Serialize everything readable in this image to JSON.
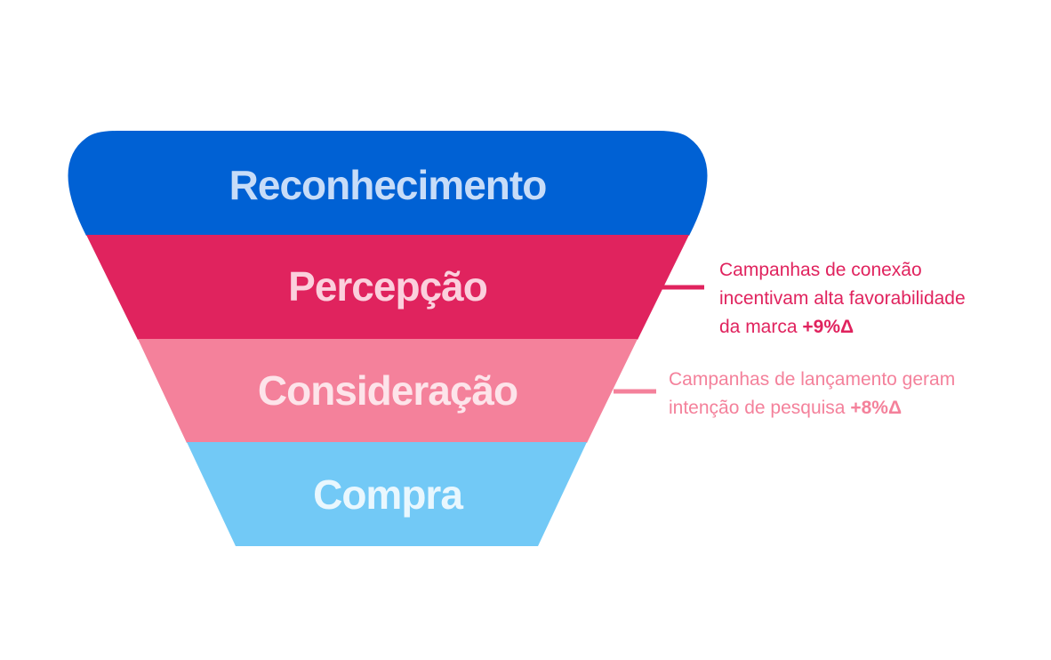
{
  "funnel": {
    "stages": [
      {
        "label": "Reconhecimento",
        "color": "#0061d4",
        "text_color": "#c7dcf8"
      },
      {
        "label": "Percepção",
        "color": "#e0235e",
        "text_color": "#fbd0dd"
      },
      {
        "label": "Consideração",
        "color": "#f4819b",
        "text_color": "#fde4ea"
      },
      {
        "label": "Compra",
        "color": "#72c9f6",
        "text_color": "#e9f7fe"
      }
    ]
  },
  "annotations": [
    {
      "stage": "Percepção",
      "line1": "Campanhas de conexão",
      "line2": "incentivam alta favorabilidade",
      "line3_text": "da marca ",
      "delta": "+9%Δ",
      "color": "#e0235e"
    },
    {
      "stage": "Consideração",
      "line1": "Campanhas de lançamento geram",
      "line2_text": "intenção de pesquisa ",
      "delta": "+8%Δ",
      "color": "#f4819b"
    }
  ]
}
